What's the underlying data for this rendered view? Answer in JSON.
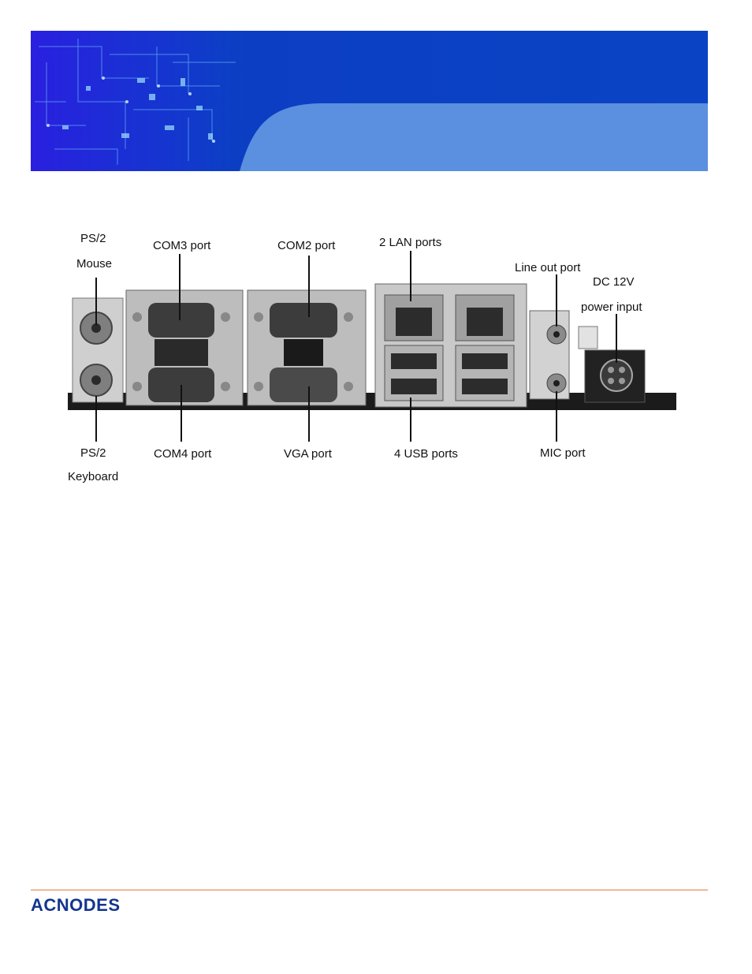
{
  "logo": {
    "text": "ACNODES"
  },
  "colors": {
    "banner_dark": "#0a3fbf",
    "banner_light": "#5b8fe0",
    "footer_rule": "#e07a3a",
    "logo": "#13358f"
  },
  "diagram": {
    "labels": {
      "ps2_mouse_line1": "PS/2",
      "ps2_mouse_line2": "Mouse",
      "com3": "COM3 port",
      "com2": "COM2 port",
      "lan": "2 LAN ports",
      "line_out": "Line out port",
      "dc_line1": "DC 12V",
      "dc_line2": "power input",
      "ps2_kb_line1": "PS/2",
      "ps2_kb_line2": "Keyboard",
      "com4": "COM4 port",
      "vga": "VGA port",
      "usb": "4 USB ports",
      "mic": "MIC port"
    }
  }
}
